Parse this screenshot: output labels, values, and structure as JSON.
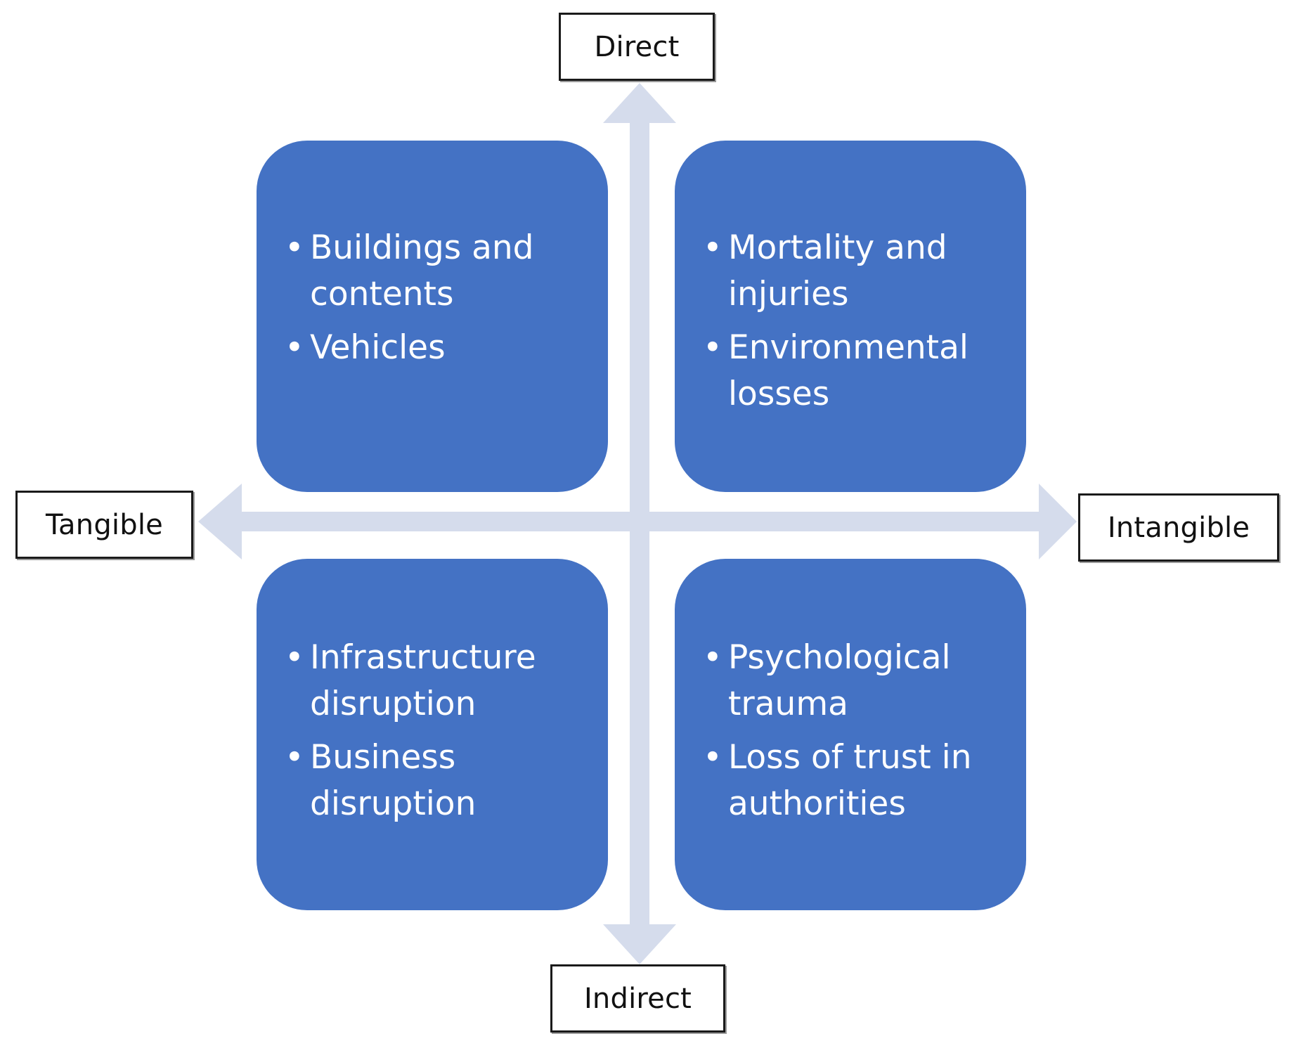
{
  "axes": {
    "top": "Direct",
    "bottom": "Indirect",
    "left": "Tangible",
    "right": "Intangible"
  },
  "quadrants": {
    "top_left": [
      "Buildings and contents",
      "Vehicles"
    ],
    "top_right": [
      "Mortality and injuries",
      "Environmental losses"
    ],
    "bottom_left": [
      "Infrastructure disruption",
      "Business disruption"
    ],
    "bottom_right": [
      "Psychological trauma",
      "Loss of trust in authorities"
    ]
  },
  "bullet_symbol": "•",
  "colors": {
    "quadrant_fill": "#4472c4",
    "arrow_fill": "#d5dcec",
    "label_border": "#1a1a1a",
    "text_on_quadrant": "#ffffff"
  }
}
